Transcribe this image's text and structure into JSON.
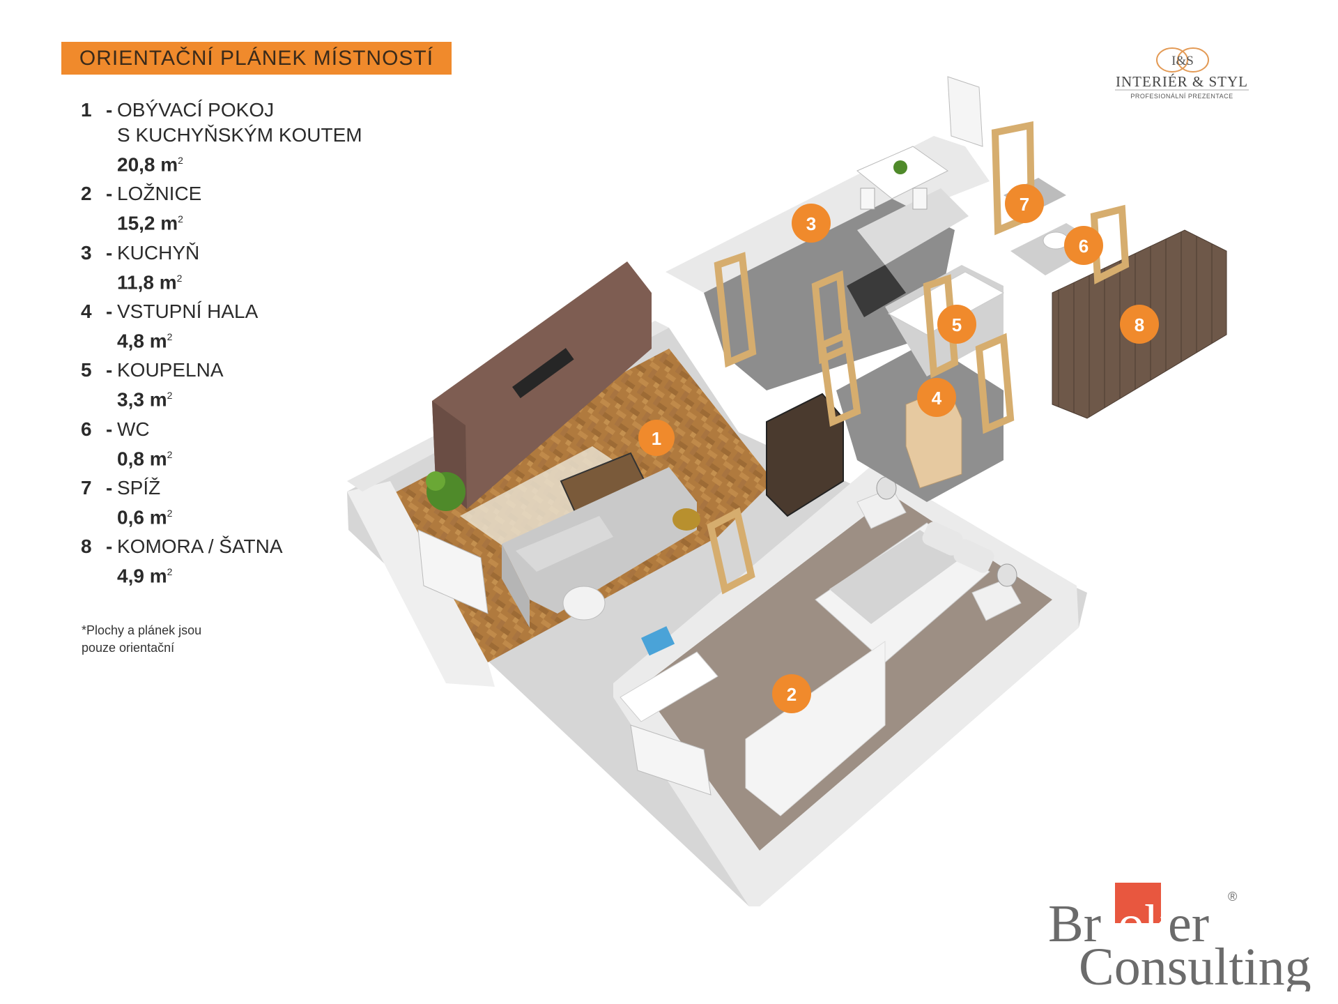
{
  "header": {
    "title": "ORIENTAČNÍ PLÁNEK MÍSTNOSTÍ"
  },
  "legend": [
    {
      "num": "1",
      "dash": "-",
      "name": "OBÝVACÍ POKOJ",
      "sub": "S KUCHYŇSKÝM KOUTEM",
      "area": "20,8 m",
      "unit_sup": "2"
    },
    {
      "num": "2",
      "dash": "-",
      "name": "LOŽNICE",
      "area": "15,2 m",
      "unit_sup": "2"
    },
    {
      "num": "3",
      "dash": "-",
      "name": "KUCHYŇ",
      "area": "11,8 m",
      "unit_sup": "2"
    },
    {
      "num": "4",
      "dash": "-",
      "name": "VSTUPNÍ HALA",
      "area": "4,8 m",
      "unit_sup": "2"
    },
    {
      "num": "5",
      "dash": "-",
      "name": "KOUPELNA",
      "area": "3,3 m",
      "unit_sup": "2"
    },
    {
      "num": "6",
      "dash": "-",
      "name": "WC",
      "area": "0,8 m",
      "unit_sup": "2"
    },
    {
      "num": "7",
      "dash": "-",
      "name": "SPÍŽ",
      "area": "0,6 m",
      "unit_sup": "2"
    },
    {
      "num": "8",
      "dash": "-",
      "name": "KOMORA / ŠATNA",
      "area": "4,9 m",
      "unit_sup": "2"
    }
  ],
  "footnote": {
    "line1": "*Plochy  a plánek jsou",
    "line2": "pouze orientační"
  },
  "markers": [
    "1",
    "2",
    "3",
    "4",
    "5",
    "6",
    "7",
    "8"
  ],
  "brand_is": {
    "mark": "I&S",
    "name": "INTERIÉR & STYL",
    "tagline": "PROFESIONÁLNÍ PREZENTACE"
  },
  "brand_bc": {
    "line1_a": "Br",
    "line1_b": "ok",
    "line1_c": "er",
    "reg": "®",
    "line2": "Consulting"
  },
  "colors": {
    "accent": "#f08a2c",
    "marker": "#f08a2c",
    "wall": "#e4e4e4",
    "wood_floor": "#b07a3e",
    "carpet": "#9d8f84",
    "tile": "#8f8f8f"
  }
}
